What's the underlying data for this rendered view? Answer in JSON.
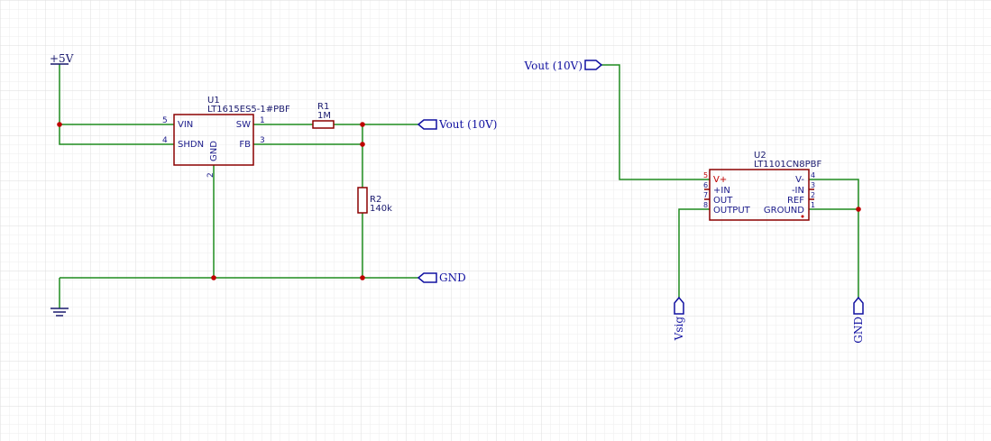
{
  "colors": {
    "wire": "#1e8c1e",
    "part": "#8b0000",
    "text": "#1a1a6e",
    "net": "#1010a0",
    "pin": "#1a1a8a",
    "junction": "#c00000",
    "grid_minor": "#eeeeee",
    "grid_major": "#dddddd"
  },
  "power": {
    "plus5v": "+5V"
  },
  "nets": {
    "vout_u1": "Vout (10V)",
    "gnd_u1": "GND",
    "vout_u2": "Vout (10V)",
    "vsig": "Vsig",
    "gnd_u2": "GND"
  },
  "u1": {
    "ref": "U1",
    "value": "LT1615ES5-1#PBF",
    "pins": [
      {
        "num": "5",
        "name": "VIN"
      },
      {
        "num": "4",
        "name": "SHDN"
      },
      {
        "num": "1",
        "name": "SW"
      },
      {
        "num": "3",
        "name": "FB"
      },
      {
        "num": "2",
        "name": "GND"
      }
    ]
  },
  "r1": {
    "ref": "R1",
    "value": "1M"
  },
  "r2": {
    "ref": "R2",
    "value": "140k"
  },
  "u2": {
    "ref": "U2",
    "value": "LT1101CN8PBF",
    "left_pins": [
      {
        "num": "5",
        "name": "V+"
      },
      {
        "num": "6",
        "name": "+IN"
      },
      {
        "num": "7",
        "name": "OUT"
      },
      {
        "num": "8",
        "name": "OUTPUT"
      }
    ],
    "right_pins": [
      {
        "num": "4",
        "name": "V-"
      },
      {
        "num": "3",
        "name": "-IN"
      },
      {
        "num": "2",
        "name": "REF"
      },
      {
        "num": "1",
        "name": "GROUND"
      }
    ]
  }
}
